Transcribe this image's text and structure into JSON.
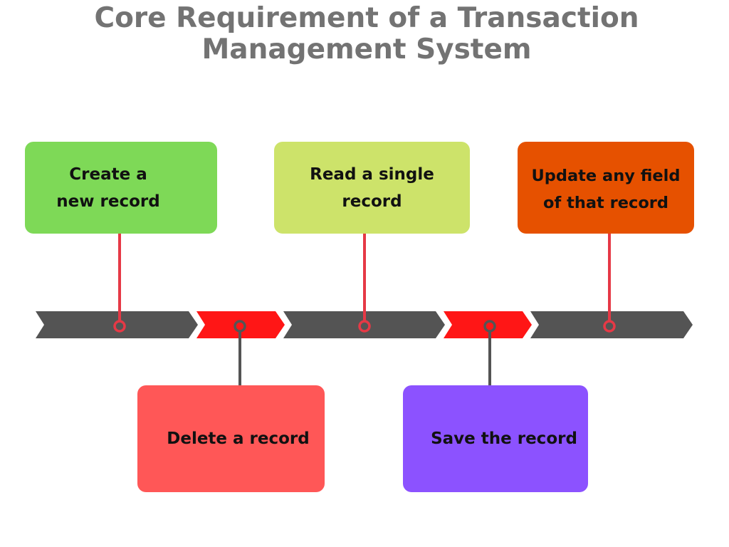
{
  "title": {
    "line1": "Core Requirement of a Transaction",
    "line2": "Management System"
  },
  "top_boxes": [
    {
      "label": "Create a\nnew record",
      "color": "#7ed957"
    },
    {
      "label": "Read a single\nrecord",
      "color": "#cde36a"
    },
    {
      "label": "Update any field\nof that record",
      "color": "#e65100"
    }
  ],
  "bottom_boxes": [
    {
      "label": "Delete a record",
      "color": "#ff5757"
    },
    {
      "label": "Save the record",
      "color": "#8c52ff"
    }
  ],
  "colors": {
    "title_text": "#737373",
    "arrow_gray": "#545454",
    "arrow_red": "#ff1616",
    "connector_red": "#e63946",
    "connector_gray": "#545454",
    "label_text": "#111111"
  }
}
